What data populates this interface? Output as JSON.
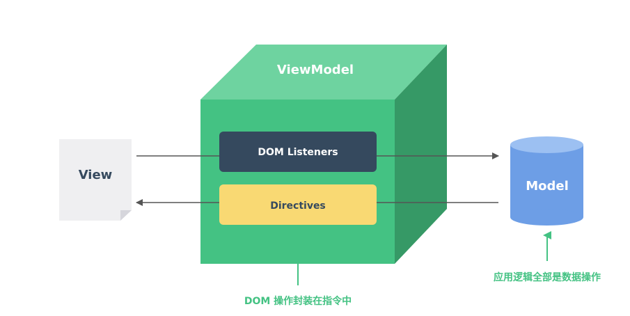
{
  "viewmodel": {
    "title": "ViewModel",
    "dom_listeners_label": "DOM Listeners",
    "directives_label": "Directives"
  },
  "view": {
    "label": "View"
  },
  "model": {
    "label": "Model"
  },
  "annotations": {
    "dom_ops_note": "DOM 操作封装在指令中",
    "model_note": "应用逻辑全部是数据操作"
  },
  "colors": {
    "cube_front": "#44c283",
    "cube_top": "#6ed3a0",
    "cube_side": "#369966",
    "listeners_box": "#35495e",
    "directives_box": "#f9d973",
    "view_doc": "#efeff1",
    "model_cylinder": "#6d9ee6",
    "annotation_text": "#44c283",
    "arrow": "#555555"
  }
}
